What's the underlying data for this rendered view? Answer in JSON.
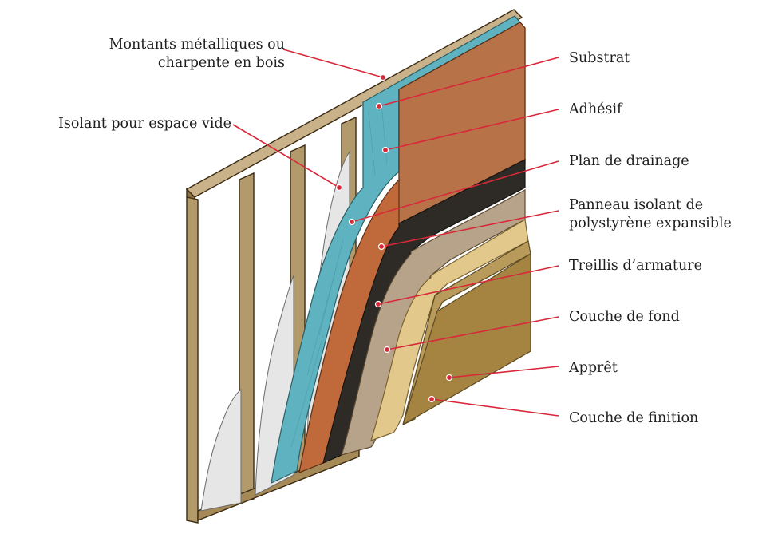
{
  "labels": {
    "studs": [
      "Montants métalliques ou",
      "charpente en bois"
    ],
    "cavity_insulation": "Isolant pour espace vide",
    "substrate": "Substrat",
    "adhesive": "Adhésif",
    "drainage": "Plan de drainage",
    "eps_board": [
      "Panneau isolant de",
      "polystyrène expansible"
    ],
    "mesh": "Treillis d’armature",
    "base_coat": "Couche de fond",
    "primer": "Apprêt",
    "finish_coat": "Couche de finition"
  },
  "colors": {
    "frame": "#b39a6b",
    "insulation": "#e4e4e4",
    "substrate": "#5fb3c0",
    "adhesive": "#c06a3c",
    "drainage": "#2e2b26",
    "eps": "#b7a389",
    "mesh": "#e2c88a",
    "base_coat": "#b89a5a",
    "finish": "#a58442",
    "leader": "#d8283a"
  }
}
